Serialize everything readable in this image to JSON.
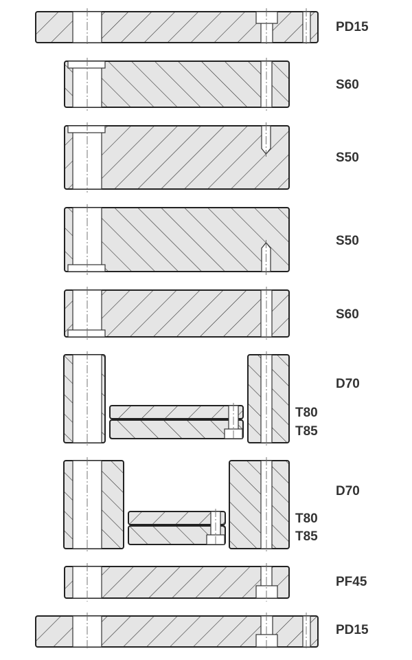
{
  "title": "Mold plate stack cross-section",
  "colors": {
    "plate_fill": "#e5e5e5",
    "outline": "#222222",
    "hatch": "#333333"
  },
  "labels": {
    "pd15_top": "PD15",
    "s60_top": "S60",
    "s50_top": "S50",
    "s50_bottom": "S50",
    "s60_bottom": "S60",
    "d70_a": "D70",
    "t80_a": "T80",
    "t85_a": "T85",
    "d70_b": "D70",
    "t80_b": "T80",
    "t85_b": "T85",
    "pf45": "PF45",
    "pd15_bottom": "PD15"
  }
}
